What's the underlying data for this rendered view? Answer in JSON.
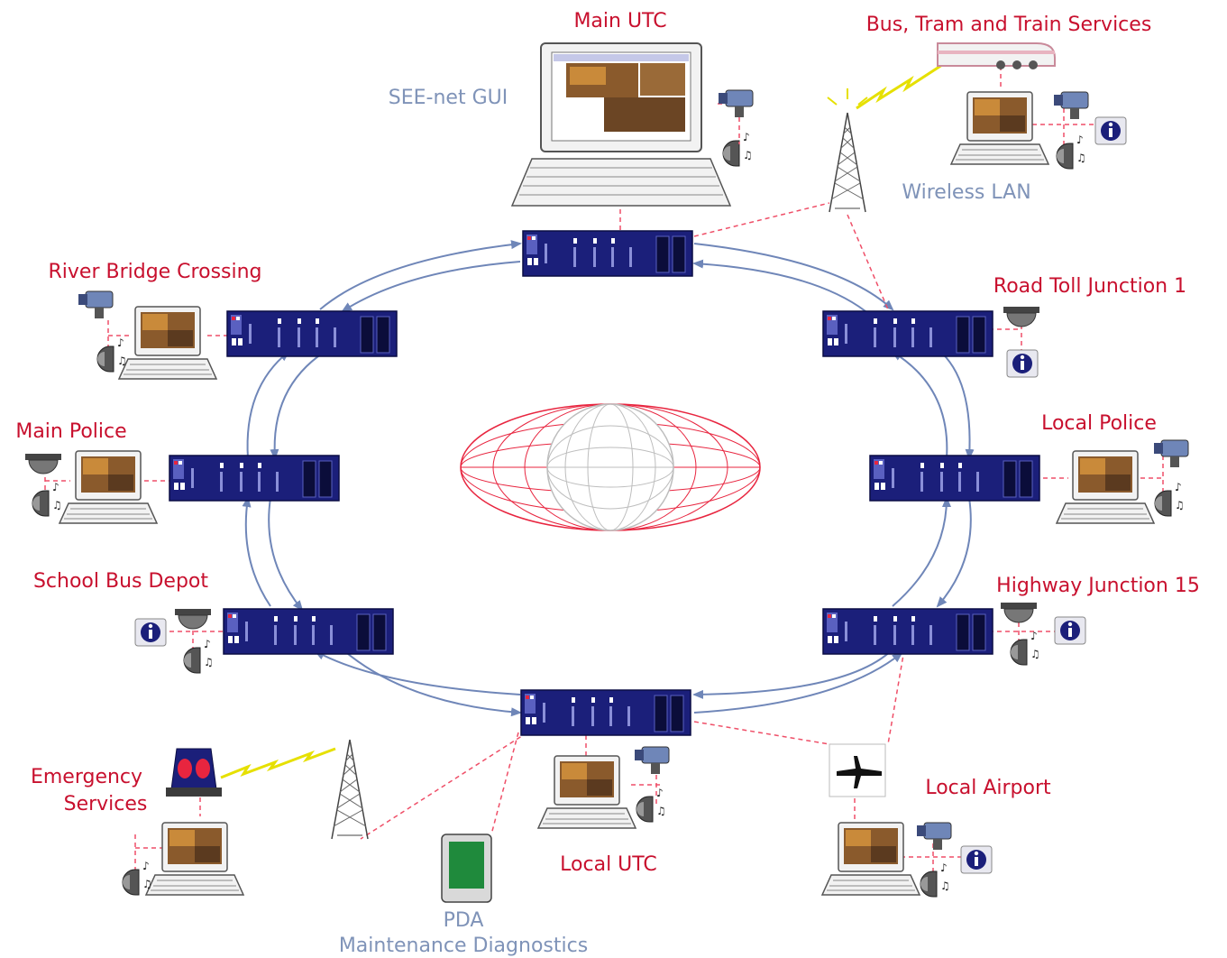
{
  "colors": {
    "label_red": "#c8102e",
    "label_blue": "#7f93b8",
    "ring_arrow": "#6f86b8",
    "link_dashed": "#ef4f68",
    "switch_body": "#1b1f7a",
    "globe_red": "#e8253f",
    "globe_grey": "#bdbdbd"
  },
  "labels": {
    "main_utc": "Main UTC",
    "seenet_gui": "SEE-net GUI",
    "bus_tram_train": "Bus, Tram and Train Services",
    "wireless_lan": "Wireless LAN",
    "river_bridge": "River Bridge Crossing",
    "road_toll": "Road Toll Junction 1",
    "main_police": "Main Police",
    "local_police": "Local Police",
    "school_bus": "School Bus Depot",
    "highway_junction": "Highway Junction 15",
    "emergency_line1": "Emergency",
    "emergency_line2": "Services",
    "local_airport": "Local Airport",
    "local_utc": "Local UTC",
    "pda": "PDA",
    "maintenance": "Maintenance Diagnostics"
  },
  "icons": [
    "network-switch-icon",
    "computer-icon",
    "laptop-icon",
    "ptz-camera-icon",
    "dome-camera-icon",
    "audio-speaker-icon",
    "info-sign-icon",
    "radio-tower-icon",
    "train-icon",
    "airplane-icon",
    "emergency-beacon-icon",
    "pda-icon",
    "globe-icon"
  ]
}
